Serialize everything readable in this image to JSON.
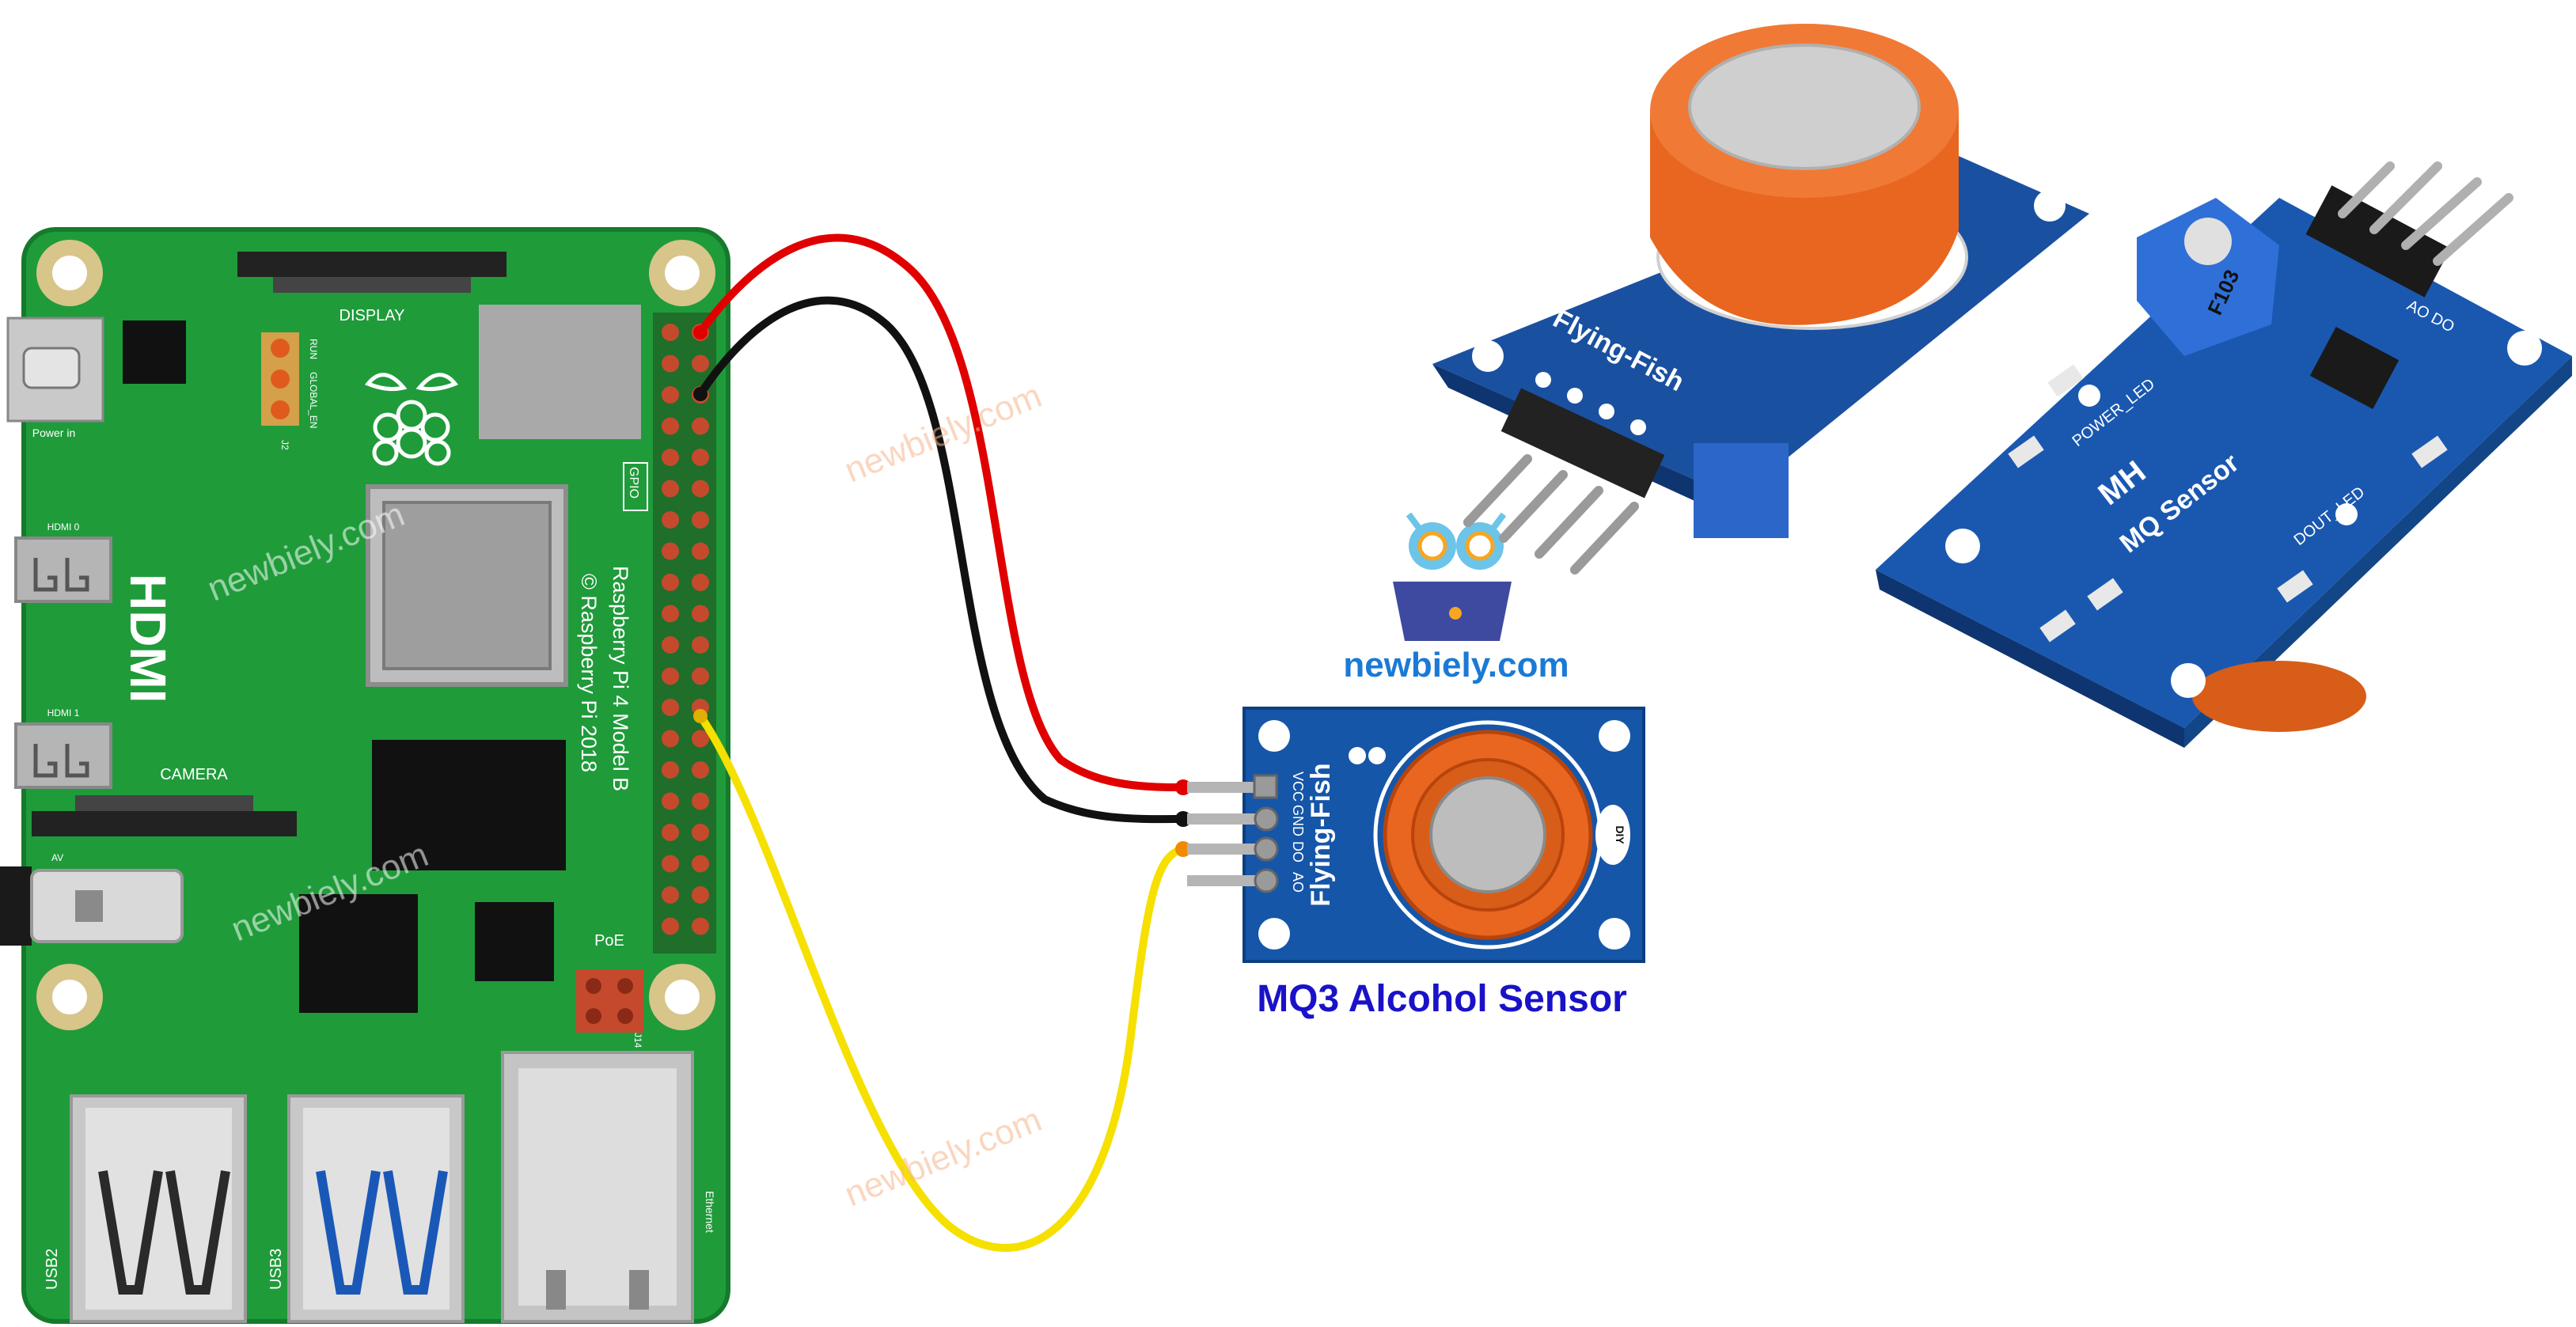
{
  "watermark_text": "newbiely.com",
  "logo": {
    "text": "newbiely.com",
    "color": "#1a7ad6"
  },
  "raspberry_pi": {
    "model_label": "Raspberry Pi 4 Model B",
    "copyright_label": "© Raspberry Pi 2018",
    "labels": {
      "display": "DISPLAY",
      "camera": "CAMERA",
      "gpio": "GPIO",
      "poe": "PoE",
      "j14": "J14",
      "hdmi": "HDMI",
      "hdmi0": "HDMI 0",
      "hdmi1": "HDMI 1",
      "power_in": "Power in",
      "av": "AV",
      "run": "RUN",
      "global_en": "GLOBAL_EN",
      "j2": "J2",
      "usb2": "USB2",
      "usb3": "USB3",
      "ethernet": "Ethernet"
    },
    "board_color": "#1f9b3a"
  },
  "sensor_diagram": {
    "caption": "MQ3 Alcohol Sensor",
    "caption_color": "#1a12c8",
    "brand": "Flying-Fish",
    "pins": [
      "VCC",
      "GND",
      "DO",
      "AO"
    ],
    "diy_label": "DIY"
  },
  "sensor_photo": {
    "front_brand": "Flying-Fish",
    "back_title": "MH",
    "back_subtitle": "MQ Sensor",
    "pot_label": "F103",
    "power_led_label": "POWER_LED",
    "dout_led_label": "DOUT_LED",
    "pin_header_label": "AO DO"
  },
  "wires": [
    {
      "from": "GPIO 5V",
      "to": "VCC",
      "color": "#e00000"
    },
    {
      "from": "GPIO GND",
      "to": "GND",
      "color": "#111111"
    },
    {
      "from": "GPIO 17",
      "to": "DO",
      "color": "#f5e000"
    }
  ]
}
